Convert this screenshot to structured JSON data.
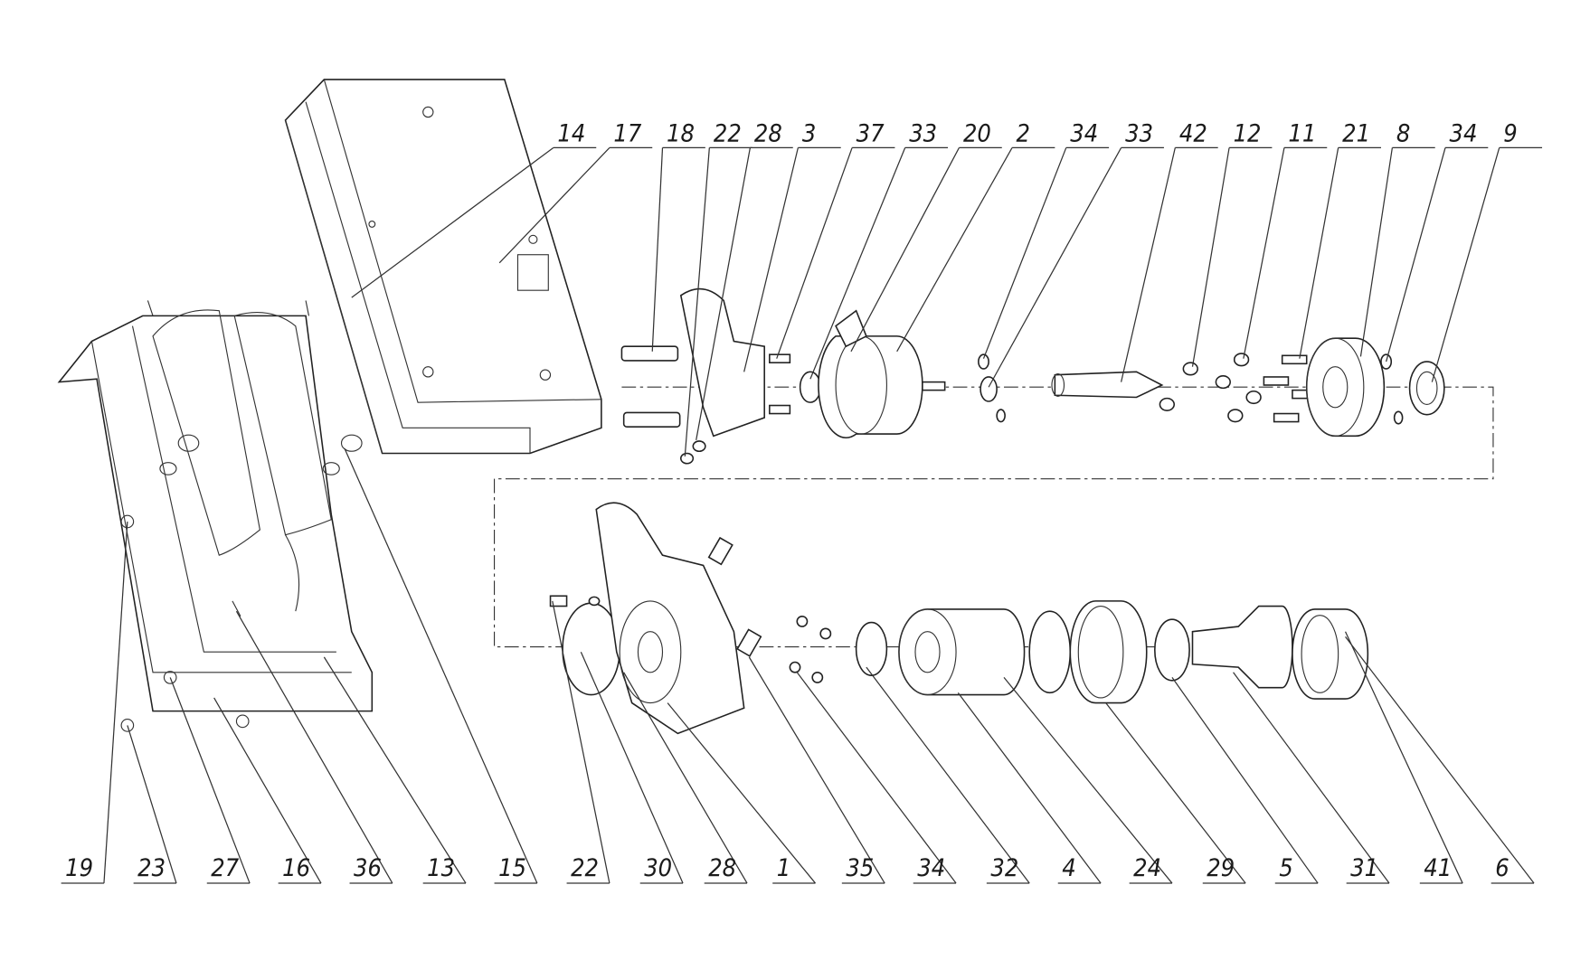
{
  "title": "Exploded assembly drawing",
  "top_callouts": [
    "14",
    "17",
    "18",
    "22",
    "28",
    "3",
    "37",
    "33",
    "20",
    "2",
    "34",
    "33",
    "42",
    "12",
    "11",
    "21",
    "8",
    "34",
    "9"
  ],
  "bottom_callouts": [
    "19",
    "23",
    "27",
    "16",
    "36",
    "13",
    "15",
    "22",
    "30",
    "28",
    "1",
    "35",
    "34",
    "32",
    "4",
    "24",
    "29",
    "5",
    "31",
    "41",
    "6"
  ]
}
